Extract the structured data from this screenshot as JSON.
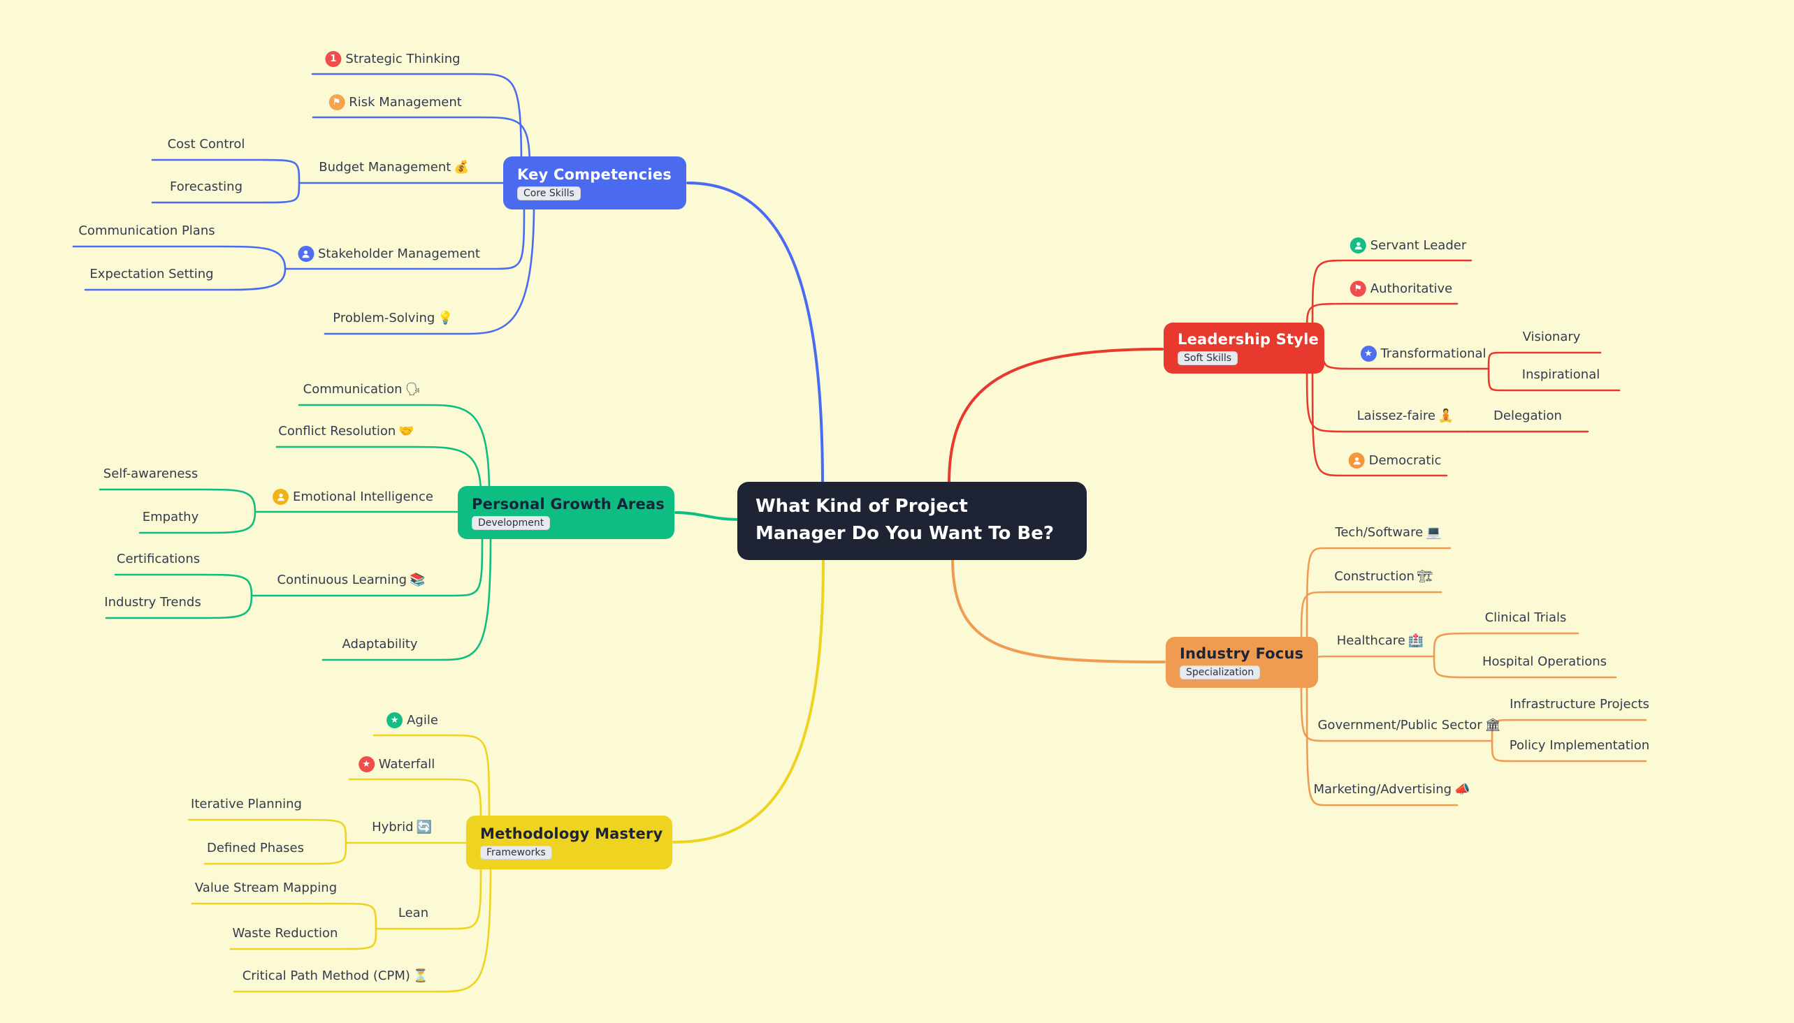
{
  "canvas": {
    "background": "#FCFAD5"
  },
  "central": {
    "title": "What Kind of Project Manager Do You Want To Be?",
    "title_lines": [
      "What Kind of Project",
      "Manager Do You Want To Be?"
    ],
    "bg": "#1E2433",
    "text_color": "#FFFFFF"
  },
  "branches": [
    {
      "id": "key-competencies",
      "label": "Key Competencies",
      "badge": "Core Skills",
      "color": "#4A6BF0",
      "text_color": "#FFFFFF",
      "children": [
        {
          "id": "strategic-thinking",
          "label": "Strategic Thinking",
          "marker": {
            "type": "priority-1",
            "color": "#F14D4D",
            "glyph": "1"
          }
        },
        {
          "id": "risk-management",
          "label": "Risk Management",
          "marker": {
            "type": "flag",
            "color": "#F7A34D",
            "glyph": "⚑"
          }
        },
        {
          "id": "budget-management",
          "label": "Budget Management",
          "emoji": "💰",
          "emoji_name": "money-bag",
          "children": [
            {
              "id": "cost-control",
              "label": "Cost Control"
            },
            {
              "id": "forecasting",
              "label": "Forecasting"
            }
          ]
        },
        {
          "id": "stakeholder-management",
          "label": "Stakeholder Management",
          "marker": {
            "type": "person",
            "color": "#4F6EF2"
          },
          "children": [
            {
              "id": "communication-plans",
              "label": "Communication Plans"
            },
            {
              "id": "expectation-setting",
              "label": "Expectation Setting"
            }
          ]
        },
        {
          "id": "problem-solving",
          "label": "Problem-Solving",
          "emoji": "💡",
          "emoji_name": "lightbulb"
        }
      ]
    },
    {
      "id": "personal-growth-areas",
      "label": "Personal Growth Areas",
      "badge": "Development",
      "color": "#0EBD81",
      "text_color": "#14243A",
      "children": [
        {
          "id": "communication",
          "label": "Communication",
          "emoji": "🗣",
          "emoji_name": "speaking-head"
        },
        {
          "id": "conflict-resolution",
          "label": "Conflict Resolution",
          "emoji": "🤝",
          "emoji_name": "handshake"
        },
        {
          "id": "emotional-intelligence",
          "label": "Emotional Intelligence",
          "marker": {
            "type": "person",
            "color": "#EFB318"
          },
          "children": [
            {
              "id": "self-awareness",
              "label": "Self-awareness"
            },
            {
              "id": "empathy",
              "label": "Empathy"
            }
          ]
        },
        {
          "id": "continuous-learning",
          "label": "Continuous Learning",
          "emoji": "📚",
          "emoji_name": "books",
          "children": [
            {
              "id": "certifications",
              "label": "Certifications"
            },
            {
              "id": "industry-trends",
              "label": "Industry Trends"
            }
          ]
        },
        {
          "id": "adaptability",
          "label": "Adaptability"
        }
      ]
    },
    {
      "id": "methodology-mastery",
      "label": "Methodology Mastery",
      "badge": "Frameworks",
      "color": "#EFD321",
      "text_color": "#1E2433",
      "children": [
        {
          "id": "agile",
          "label": "Agile",
          "marker": {
            "type": "star",
            "color": "#16BC84",
            "glyph": "★"
          }
        },
        {
          "id": "waterfall",
          "label": "Waterfall",
          "marker": {
            "type": "star",
            "color": "#F14D4D",
            "glyph": "★"
          }
        },
        {
          "id": "hybrid",
          "label": "Hybrid",
          "emoji": "🔄",
          "emoji_name": "arrows-cycle",
          "children": [
            {
              "id": "iterative-planning",
              "label": "Iterative Planning"
            },
            {
              "id": "defined-phases",
              "label": "Defined Phases"
            }
          ]
        },
        {
          "id": "lean",
          "label": "Lean",
          "children": [
            {
              "id": "value-stream-mapping",
              "label": "Value Stream Mapping"
            },
            {
              "id": "waste-reduction",
              "label": "Waste Reduction"
            }
          ]
        },
        {
          "id": "critical-path-method",
          "label": "Critical Path Method (CPM)",
          "emoji": "⏳",
          "emoji_name": "hourglass"
        }
      ]
    },
    {
      "id": "leadership-style",
      "label": "Leadership Style",
      "badge": "Soft Skills",
      "color": "#E8392E",
      "text_color": "#FFFFFF",
      "children": [
        {
          "id": "servant-leader",
          "label": "Servant Leader",
          "marker": {
            "type": "person",
            "color": "#16BC84"
          }
        },
        {
          "id": "authoritative",
          "label": "Authoritative",
          "marker": {
            "type": "flag",
            "color": "#F14D4D",
            "glyph": "⚑"
          }
        },
        {
          "id": "transformational",
          "label": "Transformational",
          "marker": {
            "type": "star",
            "color": "#4F6EF2",
            "glyph": "★"
          },
          "children": [
            {
              "id": "visionary",
              "label": "Visionary"
            },
            {
              "id": "inspirational",
              "label": "Inspirational"
            }
          ]
        },
        {
          "id": "laissez-faire",
          "label": "Laissez-faire",
          "emoji": "🧘",
          "emoji_name": "meditation",
          "children": [
            {
              "id": "delegation",
              "label": "Delegation"
            }
          ]
        },
        {
          "id": "democratic",
          "label": "Democratic",
          "marker": {
            "type": "person",
            "color": "#F7953F"
          }
        }
      ]
    },
    {
      "id": "industry-focus",
      "label": "Industry Focus",
      "badge": "Specialization",
      "color": "#F09B52",
      "text_color": "#1E2433",
      "children": [
        {
          "id": "tech-software",
          "label": "Tech/Software",
          "emoji": "💻",
          "emoji_name": "laptop"
        },
        {
          "id": "construction",
          "label": "Construction",
          "emoji": "🏗",
          "emoji_name": "building-crane"
        },
        {
          "id": "healthcare",
          "label": "Healthcare",
          "emoji": "🏥",
          "emoji_name": "hospital",
          "children": [
            {
              "id": "clinical-trials",
              "label": "Clinical Trials"
            },
            {
              "id": "hospital-operations",
              "label": "Hospital Operations"
            }
          ]
        },
        {
          "id": "government-public-sector",
          "label": "Government/Public Sector",
          "emoji": "🏛",
          "emoji_name": "government-building",
          "children": [
            {
              "id": "infrastructure-projects",
              "label": "Infrastructure Projects"
            },
            {
              "id": "policy-implementation",
              "label": "Policy Implementation"
            }
          ]
        },
        {
          "id": "marketing-advertising",
          "label": "Marketing/Advertising",
          "emoji": "📣",
          "emoji_name": "megaphone"
        }
      ]
    }
  ]
}
